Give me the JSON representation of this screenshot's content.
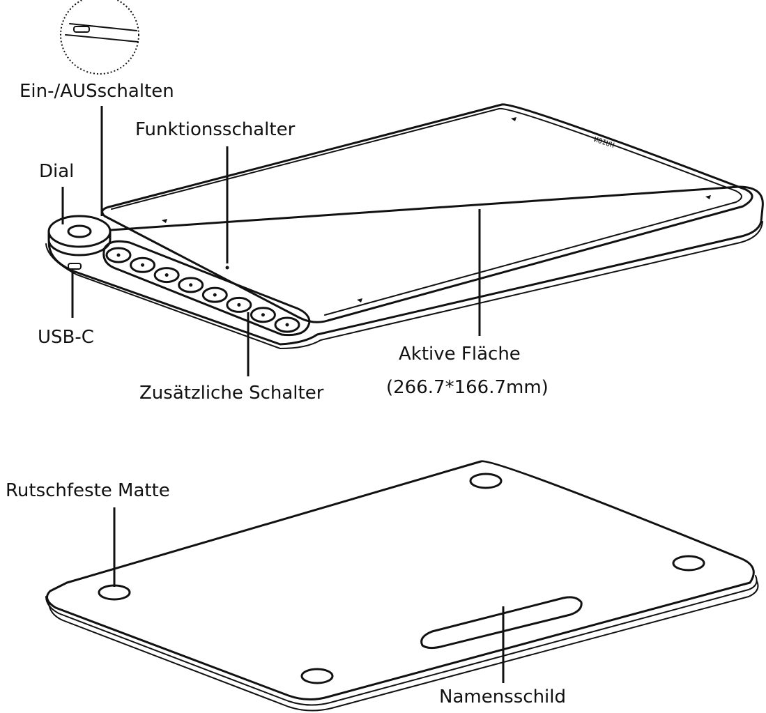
{
  "labels": {
    "power_switch": "Ein-/AUSschalten",
    "function_switch": "Funktionsschalter",
    "dial": "Dial",
    "usb_c": "USB-C",
    "extra_buttons": "Zusätzliche Schalter",
    "active_area_line1": "Aktive Fläche",
    "active_area_line2": "(266.7*166.7mm)",
    "anti_slip_mat": "Rutschfeste Matte",
    "name_plate": "Namensschild"
  },
  "brand_mark": "HUION",
  "extra_button_count": 8
}
